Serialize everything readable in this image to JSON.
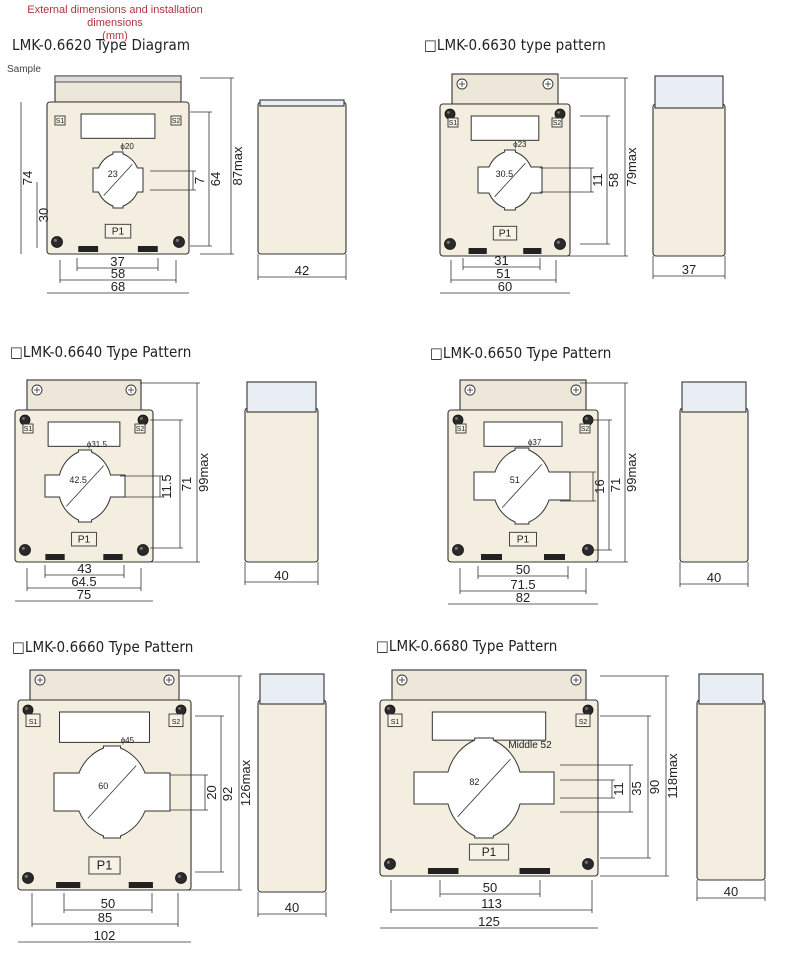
{
  "header": {
    "line1": "External dimensions and installation dimensions",
    "line2": "(mm)"
  },
  "sample_label": "Sample",
  "models": [
    {
      "title": "LMK-0.6620 Type Diagram",
      "width": "68",
      "mount_outer": "58",
      "mount_inner": "37",
      "height_total": "87max",
      "body_height": "74",
      "bottom_offset": "30",
      "window_h": "64",
      "window_inner": "7",
      "hole_dia": "ϕ20",
      "window_w": "23",
      "depth": "42",
      "terminal_s1": "S1",
      "terminal_s2": "S2",
      "terminal_p1": "P1"
    },
    {
      "title": "□LMK-0.6630 type pattern",
      "width": "60",
      "mount_outer": "51",
      "mount_inner": "31",
      "height_total": "79max",
      "window_h": "58",
      "window_inner": "11",
      "hole_dia": "ϕ23",
      "window_w": "30.5",
      "depth": "37",
      "terminal_s1": "S1",
      "terminal_s2": "S2",
      "terminal_p1": "P1"
    },
    {
      "title": "□LMK-0.6640 Type Pattern",
      "width": "75",
      "mount_outer": "64.5",
      "mount_inner": "43",
      "height_total": "99max",
      "window_h": "71",
      "window_inner": "11.5",
      "hole_dia": "ϕ31.5",
      "window_w": "42.5",
      "depth": "40",
      "terminal_s1": "S1",
      "terminal_s2": "S2",
      "terminal_p1": "P1"
    },
    {
      "title": "□LMK-0.6650 Type Pattern",
      "width": "82",
      "mount_outer": "71.5",
      "mount_inner": "50",
      "height_total": "99max",
      "window_h": "71",
      "window_inner": "16",
      "hole_dia": "ϕ37",
      "window_w": "51",
      "depth": "40",
      "terminal_s1": "S1",
      "terminal_s2": "S2",
      "terminal_p1": "P1"
    },
    {
      "title": "□LMK-0.6660 Type Pattern",
      "width": "102",
      "mount_outer": "85",
      "mount_inner": "50",
      "height_total": "126max",
      "window_h": "92",
      "window_inner": "20",
      "hole_dia": "ϕ45",
      "window_w": "60",
      "depth": "40",
      "terminal_s1": "S1",
      "terminal_s2": "S2",
      "terminal_p1": "P1"
    },
    {
      "title": "□LMK-0.6680 Type Pattern",
      "width": "125",
      "mount_outer": "113",
      "mount_inner": "50",
      "height_total": "118max",
      "window_h": "90",
      "window_mid": "35",
      "window_inner": "11",
      "hole_note": "Middle 52",
      "window_w": "82",
      "depth": "40",
      "terminal_s1": "S1",
      "terminal_s2": "S2",
      "terminal_p1": "P1"
    }
  ]
}
